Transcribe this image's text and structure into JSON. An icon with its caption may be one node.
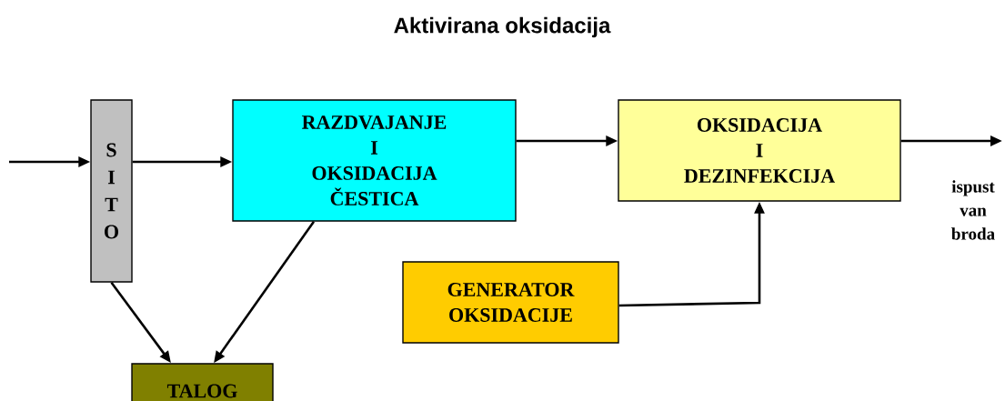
{
  "diagram": {
    "title": "Aktivirana oksidacija",
    "nodes": [
      {
        "text": [
          "S I T O"
        ]
      },
      {
        "text": [
          "RAZDVAJANJE I OKSIDACIJA ČESTICA"
        ]
      },
      {
        "text": [
          "OKSIDACIJA I DEZINFEKCIJA"
        ]
      },
      {
        "text": [
          "GENERATOR OKSIDACIJE"
        ]
      },
      {
        "text": [
          "TALOG"
        ]
      }
    ],
    "edges": [
      {
        "from": null,
        "to": 0,
        "arrow": "to"
      },
      {
        "from": 0,
        "to": 1,
        "arrow": "to"
      },
      {
        "from": 1,
        "to": 2,
        "arrow": "to"
      },
      {
        "from": 2,
        "to": null,
        "arrow": "to",
        "label": "ispust van broda"
      },
      {
        "from": 1,
        "to": 4,
        "arrow": "to"
      },
      {
        "from": 0,
        "to": 4,
        "arrow": "to"
      },
      {
        "from": 3,
        "to": 2,
        "arrow": "to"
      }
    ]
  }
}
